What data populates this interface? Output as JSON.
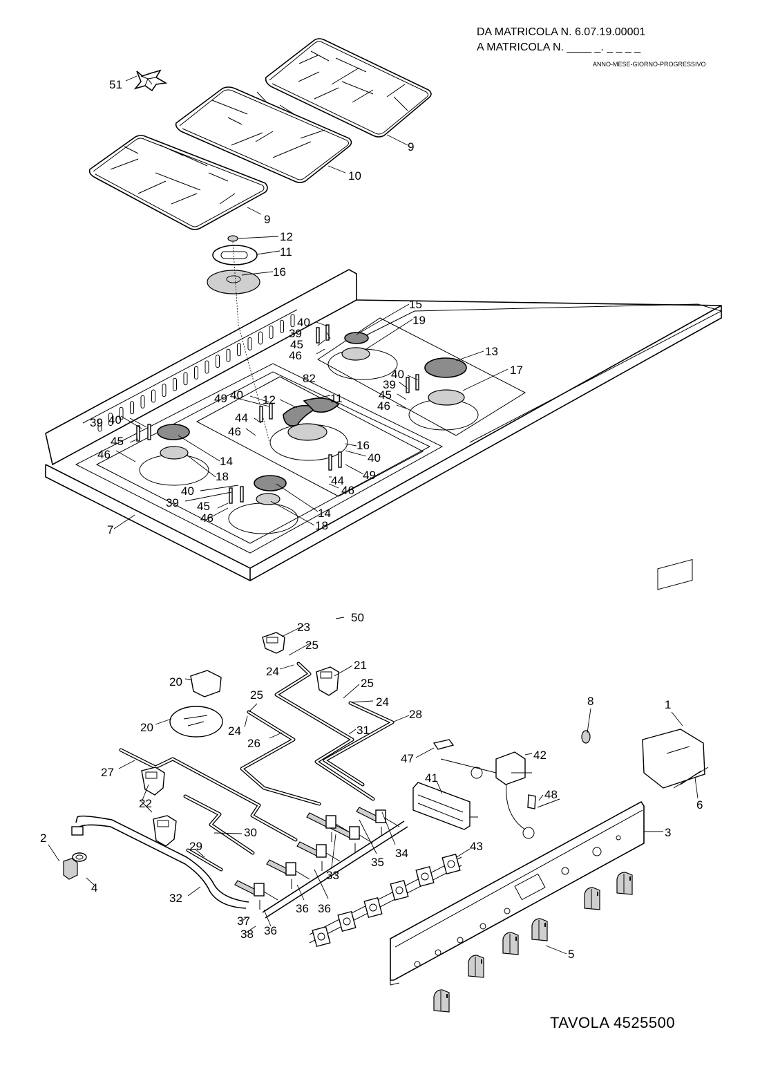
{
  "header": {
    "line1": "DA MATRICOLA  N.  6.07.19.00001",
    "line2": "A MATRICOLA  N.  ____ _. _ _ _ _",
    "sub": "ANNO-MESE-GIORNO-PROGRESSIVO"
  },
  "footer": {
    "title": "TAVOLA 4525500"
  },
  "callouts": [
    {
      "id": "c51",
      "text": "51",
      "part": "wok-ring-reducer"
    },
    {
      "id": "c9a",
      "text": "9",
      "part": "pan-support-grid-right"
    },
    {
      "id": "c10",
      "text": "10",
      "part": "pan-support-grid-center"
    },
    {
      "id": "c9b",
      "text": "9",
      "part": "pan-support-grid-left"
    },
    {
      "id": "c12a",
      "text": "12",
      "part": "burner-cap-small-exploded"
    },
    {
      "id": "c11a",
      "text": "11",
      "part": "burner-ring-cover-exploded"
    },
    {
      "id": "c16a",
      "text": "16",
      "part": "triple-ring-burner-crown-exploded"
    },
    {
      "id": "c15",
      "text": "15",
      "part": "burner-cap-rear-center"
    },
    {
      "id": "c19",
      "text": "19",
      "part": "burner-crown-rear-center"
    },
    {
      "id": "c40a",
      "text": "40",
      "part": "thermocouple-nut-rear"
    },
    {
      "id": "c39a",
      "text": "39",
      "part": "thermocouple-rear"
    },
    {
      "id": "c45a",
      "text": "45",
      "part": "spark-plug-rear"
    },
    {
      "id": "c46a",
      "text": "46",
      "part": "clip-rear"
    },
    {
      "id": "c82",
      "text": "82",
      "part": "burner-rear-center"
    },
    {
      "id": "c13",
      "text": "13",
      "part": "burner-cap-rear-right"
    },
    {
      "id": "c17",
      "text": "17",
      "part": "burner-crown-rear-right"
    },
    {
      "id": "c40b",
      "text": "40",
      "part": "thermocouple-nut-right"
    },
    {
      "id": "c39b",
      "text": "39",
      "part": "thermocouple-right"
    },
    {
      "id": "c45b",
      "text": "45",
      "part": "spark-plug-right"
    },
    {
      "id": "c46b",
      "text": "46",
      "part": "clip-right"
    },
    {
      "id": "c49a",
      "text": "49",
      "part": "thermocouple-center"
    },
    {
      "id": "c40c",
      "text": "40",
      "part": "thermocouple-nut-center"
    },
    {
      "id": "c12b",
      "text": "12",
      "part": "burner-cap-center"
    },
    {
      "id": "c11b",
      "text": "11",
      "part": "burner-ring-center"
    },
    {
      "id": "c44a",
      "text": "44",
      "part": "spark-plug-center"
    },
    {
      "id": "c46c",
      "text": "46",
      "part": "clip-center"
    },
    {
      "id": "c16b",
      "text": "16",
      "part": "triple-ring-burner-center"
    },
    {
      "id": "c40d",
      "text": "40",
      "part": "thermocouple-nut-center-front"
    },
    {
      "id": "c49b",
      "text": "49",
      "part": "thermocouple-center-front"
    },
    {
      "id": "c44b",
      "text": "44",
      "part": "spark-plug-center-front"
    },
    {
      "id": "c46d",
      "text": "46",
      "part": "clip-center-front"
    },
    {
      "id": "c39c",
      "text": "39",
      "part": "thermocouple-left"
    },
    {
      "id": "c40e",
      "text": "40",
      "part": "thermocouple-nut-left"
    },
    {
      "id": "c45c",
      "text": "45",
      "part": "spark-plug-left"
    },
    {
      "id": "c46e",
      "text": "46",
      "part": "clip-left"
    },
    {
      "id": "c14a",
      "text": "14",
      "part": "burner-cap-left"
    },
    {
      "id": "c18a",
      "text": "18",
      "part": "burner-crown-left"
    },
    {
      "id": "c40f",
      "text": "40",
      "part": "thermocouple-nut-front"
    },
    {
      "id": "c39d",
      "text": "39",
      "part": "thermocouple-front"
    },
    {
      "id": "c45d",
      "text": "45",
      "part": "spark-plug-front"
    },
    {
      "id": "c46f",
      "text": "46",
      "part": "clip-front"
    },
    {
      "id": "c14b",
      "text": "14",
      "part": "burner-cap-front"
    },
    {
      "id": "c18b",
      "text": "18",
      "part": "burner-crown-front"
    },
    {
      "id": "c7",
      "text": "7",
      "part": "cooktop-panel"
    },
    {
      "id": "c50",
      "text": "50",
      "part": "screw"
    },
    {
      "id": "c23",
      "text": "23",
      "part": "burner-cup-rear"
    },
    {
      "id": "c25a",
      "text": "25",
      "part": "injector-rear"
    },
    {
      "id": "c24a",
      "text": "24",
      "part": "nut-rear"
    },
    {
      "id": "c21",
      "text": "21",
      "part": "burner-cup-right"
    },
    {
      "id": "c25b",
      "text": "25",
      "part": "injector-right"
    },
    {
      "id": "c24b",
      "text": "24",
      "part": "nut-right"
    },
    {
      "id": "c20a",
      "text": "20",
      "part": "triple-burner-cup-top"
    },
    {
      "id": "c20b",
      "text": "20",
      "part": "triple-burner-base"
    },
    {
      "id": "c25c",
      "text": "25",
      "part": "injector-center"
    },
    {
      "id": "c24c",
      "text": "24",
      "part": "nut-center"
    },
    {
      "id": "c26",
      "text": "26",
      "part": "gas-pipe-26"
    },
    {
      "id": "c31",
      "text": "31",
      "part": "gas-pipe-31"
    },
    {
      "id": "c28",
      "text": "28",
      "part": "gas-pipe-28"
    },
    {
      "id": "c8",
      "text": "8",
      "part": "indicator-lamp"
    },
    {
      "id": "c1",
      "text": "1",
      "part": "digital-timer"
    },
    {
      "id": "c27",
      "text": "27",
      "part": "gas-pipe-27"
    },
    {
      "id": "c47",
      "text": "47",
      "part": "bulb-clip"
    },
    {
      "id": "c42",
      "text": "42",
      "part": "thermostat"
    },
    {
      "id": "c41",
      "text": "41",
      "part": "selector-switch"
    },
    {
      "id": "c48",
      "text": "48",
      "part": "probe-holder"
    },
    {
      "id": "c6",
      "text": "6",
      "part": "timer-screws"
    },
    {
      "id": "c22",
      "text": "22",
      "part": "burner-cups-front"
    },
    {
      "id": "c30",
      "text": "30",
      "part": "gas-pipe-30"
    },
    {
      "id": "c2",
      "text": "2",
      "part": "inlet-fitting"
    },
    {
      "id": "c29",
      "text": "29",
      "part": "gas-pipe-29"
    },
    {
      "id": "c4",
      "text": "4",
      "part": "seal-washer"
    },
    {
      "id": "c32",
      "text": "32",
      "part": "gas-manifold-pipe"
    },
    {
      "id": "c34",
      "text": "34",
      "part": "gas-tap-34"
    },
    {
      "id": "c35",
      "text": "35",
      "part": "gas-tap-35"
    },
    {
      "id": "c33",
      "text": "33",
      "part": "gas-tap-33"
    },
    {
      "id": "c36a",
      "text": "36",
      "part": "gas-tap-36a"
    },
    {
      "id": "c36b",
      "text": "36",
      "part": "gas-tap-36b"
    },
    {
      "id": "c36c",
      "text": "36",
      "part": "gas-tap-36c"
    },
    {
      "id": "c37",
      "text": "37",
      "part": "manifold-clamp"
    },
    {
      "id": "c38",
      "text": "38",
      "part": "clamp-screw"
    },
    {
      "id": "c43",
      "text": "43",
      "part": "ignition-switches"
    },
    {
      "id": "c3",
      "text": "3",
      "part": "control-panel"
    },
    {
      "id": "c5",
      "text": "5",
      "part": "control-knob"
    }
  ]
}
